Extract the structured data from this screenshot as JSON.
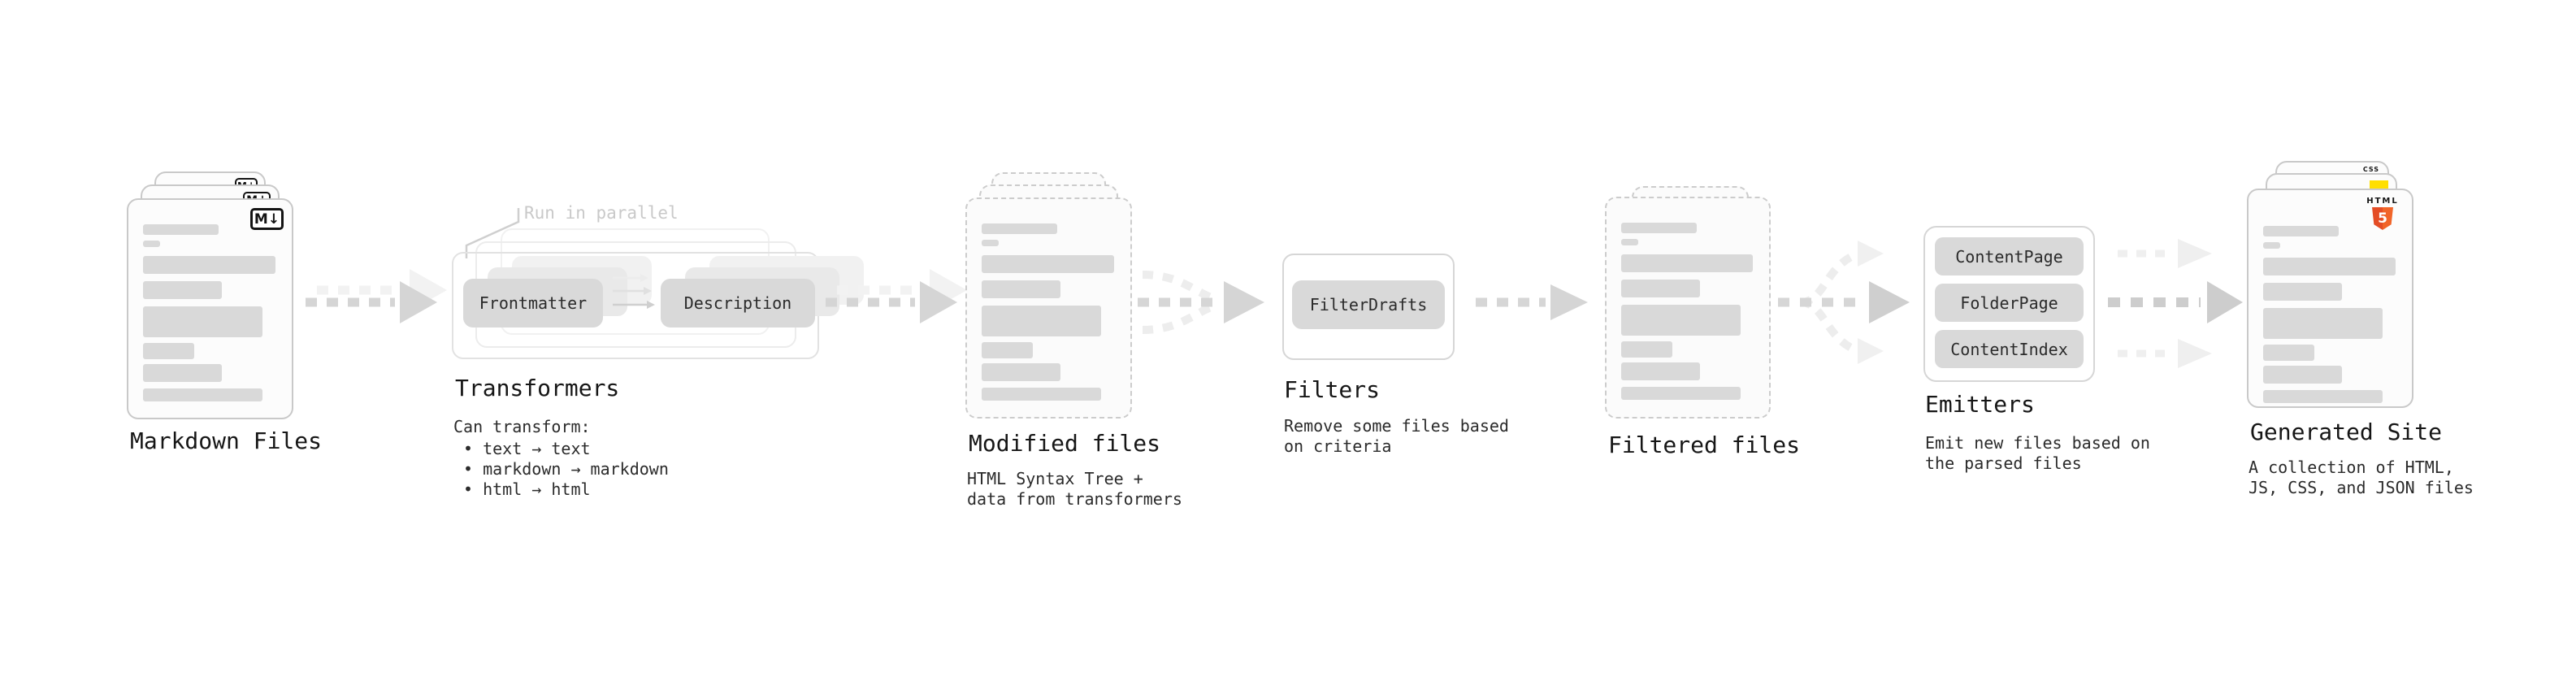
{
  "stages": {
    "markdown_files": {
      "label": "Markdown Files",
      "icon": "M↓"
    },
    "transformers": {
      "label": "Transformers",
      "annotation": "Run in parallel",
      "buttons": [
        "Frontmatter",
        "Description"
      ],
      "desc_title": "Can transform:",
      "bullets": [
        "• text → text",
        "• markdown → markdown",
        "• html → html"
      ]
    },
    "modified_files": {
      "label": "Modified files",
      "desc_lines": [
        "HTML Syntax Tree +",
        "data from transformers"
      ]
    },
    "filters": {
      "label": "Filters",
      "buttons": [
        "FilterDrafts"
      ],
      "desc_lines": [
        "Remove some files based",
        "on criteria"
      ]
    },
    "filtered_files": {
      "label": "Filtered files"
    },
    "emitters": {
      "label": "Emitters",
      "buttons": [
        "ContentPage",
        "FolderPage",
        "ContentIndex"
      ],
      "desc_lines": [
        "Emit new files based on",
        "the parsed files"
      ]
    },
    "generated_site": {
      "label": "Generated Site",
      "desc_lines": [
        "A collection of HTML,",
        "JS, CSS, and JSON files"
      ],
      "icons": {
        "html5_badge": "HTML",
        "html5_number": "5",
        "css": "CSS"
      }
    }
  },
  "colors": {
    "html5_orange": "#e44d26",
    "js_yellow": "#ffdf00",
    "css_blue": "#3575e3",
    "markdown_black": "#131313",
    "arrow_gray": "#d5d5d5",
    "ghost_gray": "#f0f0f0",
    "button_gray": "#d9d9d9"
  }
}
